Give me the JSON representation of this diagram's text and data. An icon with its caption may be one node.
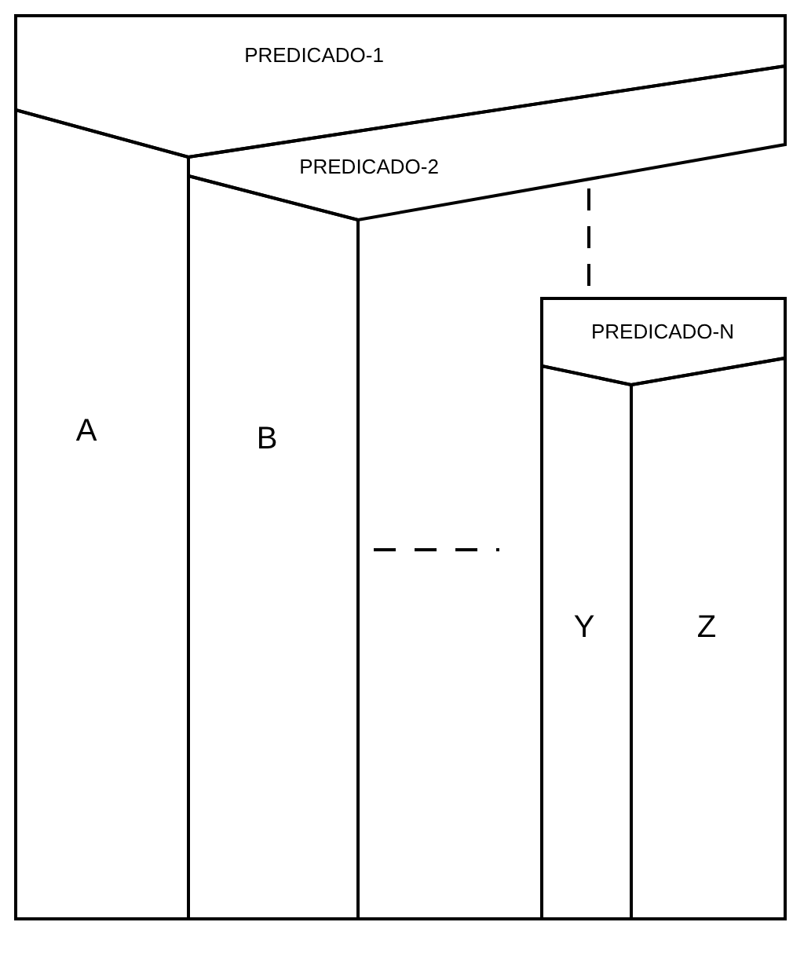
{
  "diagram": {
    "nodes": [
      {
        "text": [
          "PREDICADO-1"
        ]
      },
      {
        "text": [
          "A"
        ]
      },
      {
        "text": [
          "PREDICADO-2"
        ]
      },
      {
        "text": [
          "B"
        ]
      },
      {
        "text": [
          "PREDICADO-N"
        ]
      },
      {
        "text": [
          "Y"
        ]
      },
      {
        "text": [
          "Z"
        ]
      }
    ],
    "edges": [
      {
        "from": 2,
        "to": 4,
        "arrow": "none",
        "style": "dashed"
      }
    ]
  }
}
